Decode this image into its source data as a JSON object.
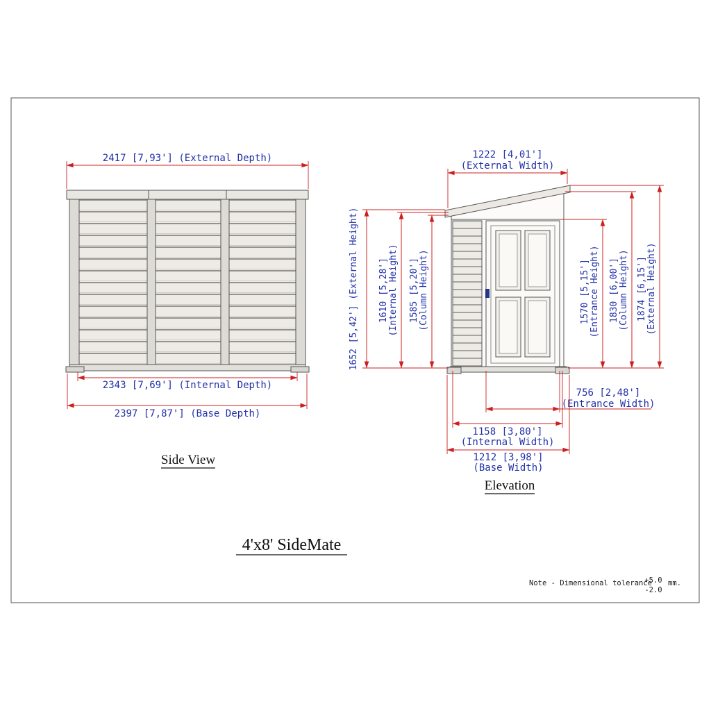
{
  "title": "4'x8' SideMate",
  "colors": {
    "dimension_line": "#cc2020",
    "dimension_text": "#2231a8",
    "outline": "#555555"
  },
  "side_view": {
    "label": "Side View",
    "external_depth": "2417 [7,93'] (External Depth)",
    "internal_depth": "2343 [7,69'] (Internal Depth)",
    "base_depth": "2397 [7,87'] (Base Depth)"
  },
  "elevation": {
    "label": "Elevation",
    "external_width": {
      "value": "1222 [4,01']",
      "name": "(External Width)"
    },
    "external_height_left": "1652 [5,42'] (External Height)",
    "internal_height": {
      "value": "1610 [5,28']",
      "name": "(Internal Height)"
    },
    "column_height_left": {
      "value": "1585 [5,20']",
      "name": "(Column Height)"
    },
    "entrance_height": {
      "value": "1570 [5,15']",
      "name": "(Entrance Height)"
    },
    "column_height_right": {
      "value": "1830 [6,00']",
      "name": "(Column Height)"
    },
    "external_height_right": {
      "value": "1874 [6,15']",
      "name": "(External Height)"
    },
    "entrance_width": {
      "value": "756 [2,48']",
      "name": "(Entrance Width)"
    },
    "internal_width": {
      "value": "1158 [3,80']",
      "name": "(Internal Width)"
    },
    "base_width": {
      "value": "1212 [3,98']",
      "name": "(Base Width)"
    }
  },
  "note": {
    "prefix": "Note  -  Dimensional tolerance",
    "plus": "+5.0",
    "minus": "-2.0",
    "unit": "mm."
  }
}
